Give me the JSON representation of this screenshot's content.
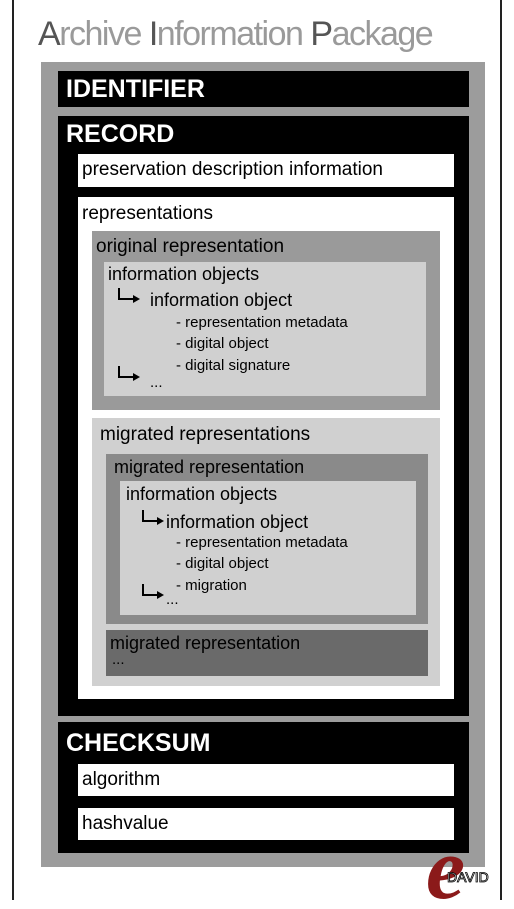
{
  "title": {
    "A": "A",
    "rchive": "rchive ",
    "I": "I",
    "nformation": "nformation ",
    "P": "P",
    "ackage": "ackage"
  },
  "identifier": {
    "label": "IDENTIFIER"
  },
  "record": {
    "label": "RECORD",
    "pdi": "preservation description information",
    "representations": {
      "label": "representations",
      "original": {
        "label": "original representation",
        "info_objects": "information objects",
        "info_object": "information object",
        "items": [
          "- representation metadata",
          "- digital object",
          "- digital signature"
        ],
        "ellipsis": "..."
      },
      "migrated": {
        "label": "migrated representations",
        "rep1": {
          "label": "migrated representation",
          "info_objects": "information objects",
          "info_object": "information object",
          "items": [
            "- representation metadata",
            "- digital object",
            "- migration"
          ],
          "ellipsis": "..."
        },
        "rep2": {
          "label": "migrated representation",
          "ellipsis": "..."
        }
      }
    }
  },
  "checksum": {
    "label": "CHECKSUM",
    "algorithm": "algorithm",
    "hashvalue": "hashvalue"
  },
  "logo": {
    "letter": "e",
    "text": "DAVID",
    "color": "#8b1a1a"
  }
}
